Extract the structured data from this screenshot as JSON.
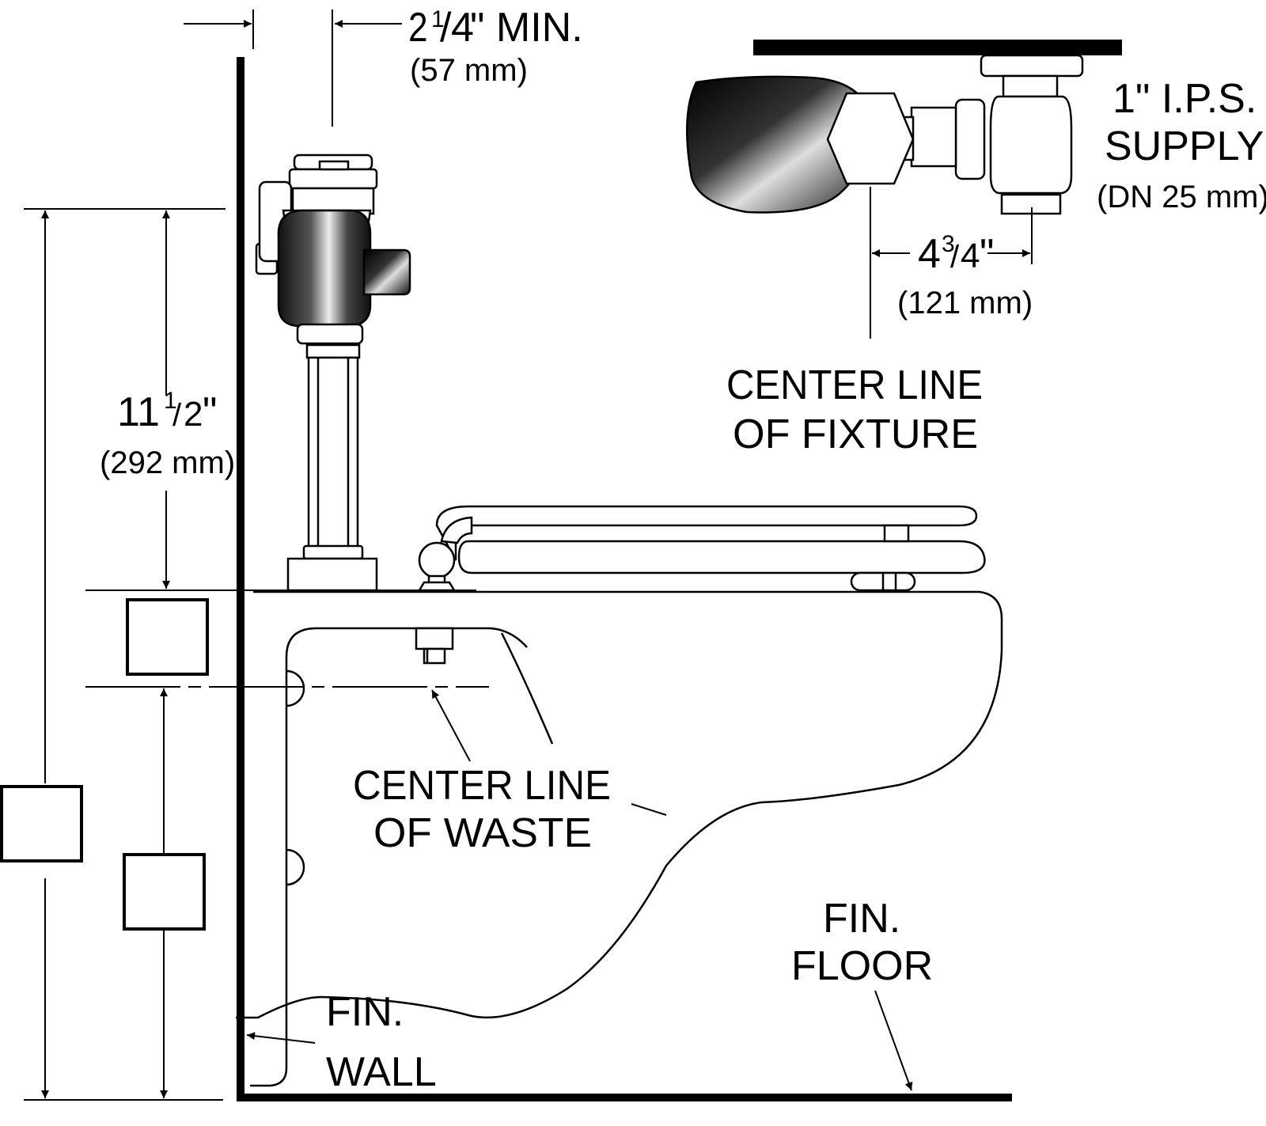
{
  "dims": {
    "min_clearance": {
      "whole": "2",
      "num": "1",
      "den": "4",
      "suffix": "\" MIN.",
      "metric": "(57 mm)"
    },
    "height": {
      "whole": "11",
      "num": "1",
      "den": "2",
      "suffix": "\"",
      "metric": "(292 mm)"
    },
    "offset": {
      "whole": "4",
      "num": "3",
      "den": "4",
      "suffix": "\"",
      "metric": "(121 mm)"
    }
  },
  "labels": {
    "supply_line1": "1\"  I.P.S.",
    "supply_line2": "SUPPLY",
    "supply_line3": "(DN  25 mm)",
    "fixture_line1": "CENTER LINE",
    "fixture_line2": "OF  FIXTURE",
    "waste_line1": "CENTER LINE",
    "waste_line2": "OF  WASTE",
    "floor_line1": "FIN.",
    "floor_line2": "FLOOR",
    "wall_line1": "FIN.",
    "wall_line2": "WALL"
  },
  "colors": {
    "ink": "#000000",
    "paper": "#ffffff"
  }
}
